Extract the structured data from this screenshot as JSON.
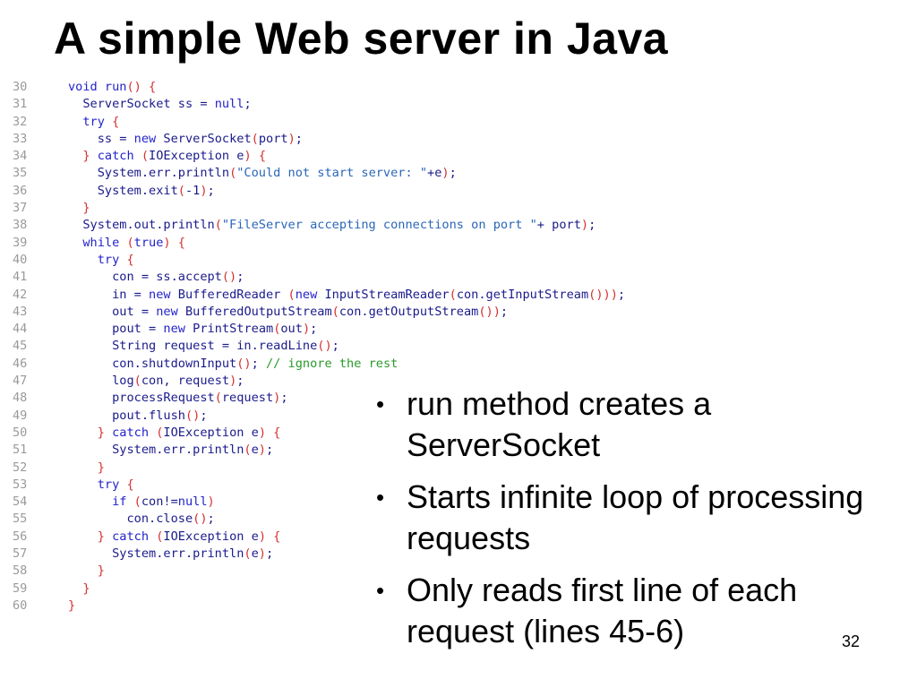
{
  "title": "A simple Web server in Java",
  "code": {
    "lines": [
      {
        "no": "30",
        "tokens": [
          {
            "t": "void run",
            "c": "kw"
          },
          {
            "t": "() {",
            "c": "pn"
          }
        ]
      },
      {
        "no": "31",
        "tokens": [
          {
            "t": "  ServerSocket ss = ",
            "c": ""
          },
          {
            "t": "null",
            "c": "kw"
          },
          {
            "t": ";",
            "c": ""
          }
        ]
      },
      {
        "no": "32",
        "tokens": [
          {
            "t": "  try ",
            "c": "kw"
          },
          {
            "t": "{",
            "c": "pn"
          }
        ]
      },
      {
        "no": "33",
        "tokens": [
          {
            "t": "    ss = ",
            "c": ""
          },
          {
            "t": "new ",
            "c": "kw"
          },
          {
            "t": "ServerSocket",
            "c": ""
          },
          {
            "t": "(",
            "c": "pn"
          },
          {
            "t": "port",
            "c": ""
          },
          {
            "t": ")",
            "c": "pn"
          },
          {
            "t": ";",
            "c": ""
          }
        ]
      },
      {
        "no": "34",
        "tokens": [
          {
            "t": "  } ",
            "c": "pn"
          },
          {
            "t": "catch ",
            "c": "kw"
          },
          {
            "t": "(",
            "c": "pn"
          },
          {
            "t": "IOException e",
            "c": ""
          },
          {
            "t": ") {",
            "c": "pn"
          }
        ]
      },
      {
        "no": "35",
        "tokens": [
          {
            "t": "    System.err.println",
            "c": ""
          },
          {
            "t": "(",
            "c": "pn"
          },
          {
            "t": "\"Could not start server: \"",
            "c": "str"
          },
          {
            "t": "+e",
            "c": ""
          },
          {
            "t": ")",
            "c": "pn"
          },
          {
            "t": ";",
            "c": ""
          }
        ]
      },
      {
        "no": "36",
        "tokens": [
          {
            "t": "    System.exit",
            "c": ""
          },
          {
            "t": "(",
            "c": "pn"
          },
          {
            "t": "-1",
            "c": ""
          },
          {
            "t": ")",
            "c": "pn"
          },
          {
            "t": ";",
            "c": ""
          }
        ]
      },
      {
        "no": "37",
        "tokens": [
          {
            "t": "  }",
            "c": "pn"
          }
        ]
      },
      {
        "no": "38",
        "tokens": [
          {
            "t": "  System.out.println",
            "c": ""
          },
          {
            "t": "(",
            "c": "pn"
          },
          {
            "t": "\"FileServer accepting connections on port \"",
            "c": "str"
          },
          {
            "t": "+ port",
            "c": ""
          },
          {
            "t": ")",
            "c": "pn"
          },
          {
            "t": ";",
            "c": ""
          }
        ]
      },
      {
        "no": "39",
        "tokens": [
          {
            "t": "  while ",
            "c": "kw"
          },
          {
            "t": "(",
            "c": "pn"
          },
          {
            "t": "true",
            "c": "kw"
          },
          {
            "t": ") {",
            "c": "pn"
          }
        ]
      },
      {
        "no": "40",
        "tokens": [
          {
            "t": "    try ",
            "c": "kw"
          },
          {
            "t": "{",
            "c": "pn"
          }
        ]
      },
      {
        "no": "41",
        "tokens": [
          {
            "t": "      con = ss.accept",
            "c": ""
          },
          {
            "t": "()",
            "c": "pn"
          },
          {
            "t": ";",
            "c": ""
          }
        ]
      },
      {
        "no": "42",
        "tokens": [
          {
            "t": "      in = ",
            "c": ""
          },
          {
            "t": "new ",
            "c": "kw"
          },
          {
            "t": "BufferedReader ",
            "c": ""
          },
          {
            "t": "(",
            "c": "pn"
          },
          {
            "t": "new ",
            "c": "kw"
          },
          {
            "t": "InputStreamReader",
            "c": ""
          },
          {
            "t": "(",
            "c": "pn"
          },
          {
            "t": "con.getInputStream",
            "c": ""
          },
          {
            "t": "()))",
            "c": "pn"
          },
          {
            "t": ";",
            "c": ""
          }
        ]
      },
      {
        "no": "43",
        "tokens": [
          {
            "t": "      out = ",
            "c": ""
          },
          {
            "t": "new ",
            "c": "kw"
          },
          {
            "t": "BufferedOutputStream",
            "c": ""
          },
          {
            "t": "(",
            "c": "pn"
          },
          {
            "t": "con.getOutputStream",
            "c": ""
          },
          {
            "t": "())",
            "c": "pn"
          },
          {
            "t": ";",
            "c": ""
          }
        ]
      },
      {
        "no": "44",
        "tokens": [
          {
            "t": "      pout = ",
            "c": ""
          },
          {
            "t": "new ",
            "c": "kw"
          },
          {
            "t": "PrintStream",
            "c": ""
          },
          {
            "t": "(",
            "c": "pn"
          },
          {
            "t": "out",
            "c": ""
          },
          {
            "t": ")",
            "c": "pn"
          },
          {
            "t": ";",
            "c": ""
          }
        ]
      },
      {
        "no": "45",
        "tokens": [
          {
            "t": "      String request = in.readLine",
            "c": ""
          },
          {
            "t": "()",
            "c": "pn"
          },
          {
            "t": ";",
            "c": ""
          }
        ]
      },
      {
        "no": "46",
        "tokens": [
          {
            "t": "      con.shutdownInput",
            "c": ""
          },
          {
            "t": "()",
            "c": "pn"
          },
          {
            "t": "; ",
            "c": ""
          },
          {
            "t": "// ignore the rest",
            "c": "cm"
          }
        ]
      },
      {
        "no": "47",
        "tokens": [
          {
            "t": "      log",
            "c": ""
          },
          {
            "t": "(",
            "c": "pn"
          },
          {
            "t": "con, request",
            "c": ""
          },
          {
            "t": ")",
            "c": "pn"
          },
          {
            "t": ";",
            "c": ""
          }
        ]
      },
      {
        "no": "48",
        "tokens": [
          {
            "t": "      processRequest",
            "c": ""
          },
          {
            "t": "(",
            "c": "pn"
          },
          {
            "t": "request",
            "c": ""
          },
          {
            "t": ")",
            "c": "pn"
          },
          {
            "t": ";",
            "c": ""
          }
        ]
      },
      {
        "no": "49",
        "tokens": [
          {
            "t": "      pout.flush",
            "c": ""
          },
          {
            "t": "()",
            "c": "pn"
          },
          {
            "t": ";",
            "c": ""
          }
        ]
      },
      {
        "no": "50",
        "tokens": [
          {
            "t": "    } ",
            "c": "pn"
          },
          {
            "t": "catch ",
            "c": "kw"
          },
          {
            "t": "(",
            "c": "pn"
          },
          {
            "t": "IOException e",
            "c": ""
          },
          {
            "t": ") {",
            "c": "pn"
          }
        ]
      },
      {
        "no": "51",
        "tokens": [
          {
            "t": "      System.err.println",
            "c": ""
          },
          {
            "t": "(",
            "c": "pn"
          },
          {
            "t": "e",
            "c": ""
          },
          {
            "t": ")",
            "c": "pn"
          },
          {
            "t": ";",
            "c": ""
          }
        ]
      },
      {
        "no": "52",
        "tokens": [
          {
            "t": "    }",
            "c": "pn"
          }
        ]
      },
      {
        "no": "53",
        "tokens": [
          {
            "t": "    try ",
            "c": "kw"
          },
          {
            "t": "{",
            "c": "pn"
          }
        ]
      },
      {
        "no": "54",
        "tokens": [
          {
            "t": "      if ",
            "c": "kw"
          },
          {
            "t": "(",
            "c": "pn"
          },
          {
            "t": "con!=",
            "c": ""
          },
          {
            "t": "null",
            "c": "kw"
          },
          {
            "t": ")",
            "c": "pn"
          }
        ]
      },
      {
        "no": "55",
        "tokens": [
          {
            "t": "        con.close",
            "c": ""
          },
          {
            "t": "()",
            "c": "pn"
          },
          {
            "t": ";",
            "c": ""
          }
        ]
      },
      {
        "no": "56",
        "tokens": [
          {
            "t": "    } ",
            "c": "pn"
          },
          {
            "t": "catch ",
            "c": "kw"
          },
          {
            "t": "(",
            "c": "pn"
          },
          {
            "t": "IOException e",
            "c": ""
          },
          {
            "t": ") {",
            "c": "pn"
          }
        ]
      },
      {
        "no": "57",
        "tokens": [
          {
            "t": "      System.err.println",
            "c": ""
          },
          {
            "t": "(",
            "c": "pn"
          },
          {
            "t": "e",
            "c": ""
          },
          {
            "t": ")",
            "c": "pn"
          },
          {
            "t": ";",
            "c": ""
          }
        ]
      },
      {
        "no": "58",
        "tokens": [
          {
            "t": "    }",
            "c": "pn"
          }
        ]
      },
      {
        "no": "59",
        "tokens": [
          {
            "t": "  }",
            "c": "pn"
          }
        ]
      },
      {
        "no": "60",
        "tokens": [
          {
            "t": "}",
            "c": "pn"
          }
        ]
      }
    ]
  },
  "bullets": [
    {
      "marker": "•",
      "text": "run method creates a ServerSocket"
    },
    {
      "marker": "•",
      "text": "Starts infinite loop of processing requests"
    },
    {
      "marker": "•",
      "text": "Only reads first line of each request (lines 45-6)"
    }
  ],
  "page_number": "32",
  "colors": {
    "keyword": "#2222cc",
    "punctuation": "#d43030",
    "string": "#2a66b8",
    "comment": "#2a9a2a",
    "code_text": "#1a1a8c",
    "line_number": "#9a9a9a"
  }
}
